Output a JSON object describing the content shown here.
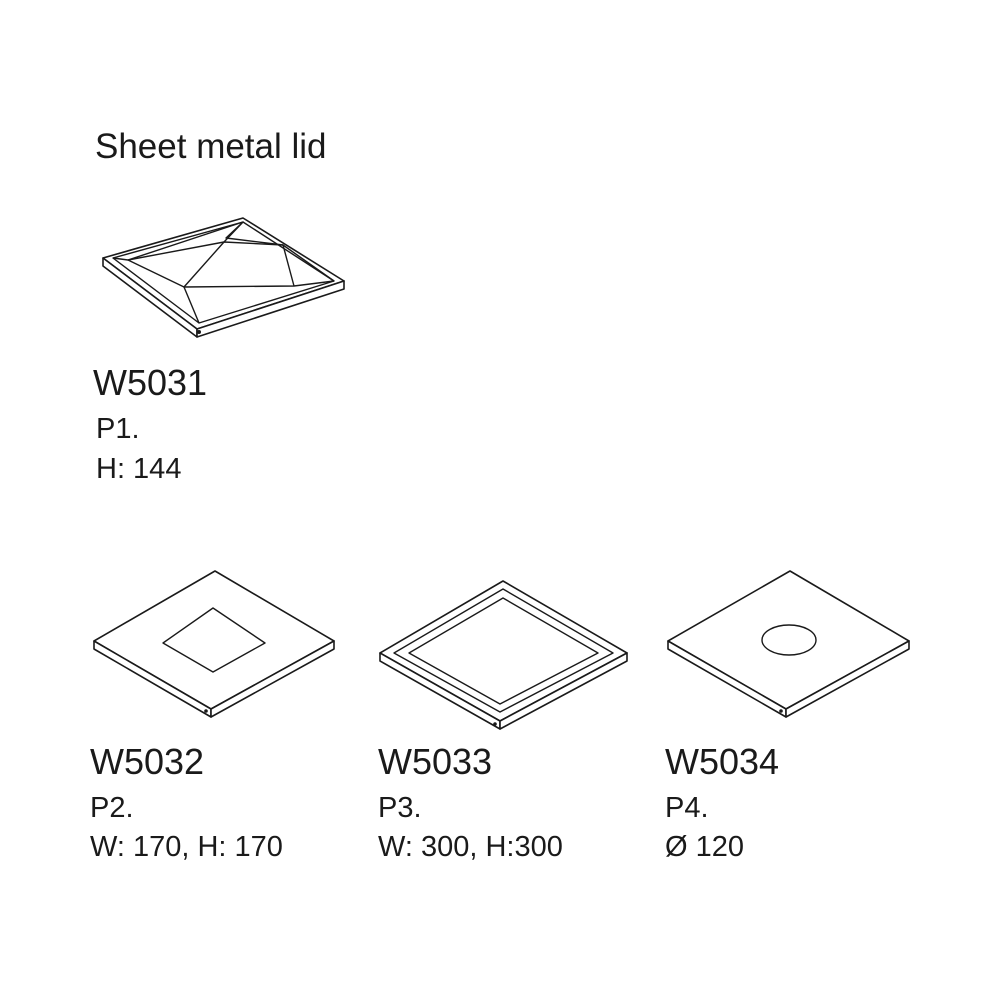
{
  "page": {
    "title": "Sheet metal lid"
  },
  "products": [
    {
      "code": "W5031",
      "position": "P1.",
      "dimensions": "H: 144",
      "drawing": "pyramid-lid-drawing"
    },
    {
      "code": "W5032",
      "position": "P2.",
      "dimensions": "W: 170, H: 170",
      "drawing": "square-cutout-lid-drawing"
    },
    {
      "code": "W5033",
      "position": "P3.",
      "dimensions": "W: 300, H:300",
      "drawing": "large-square-cutout-lid-drawing"
    },
    {
      "code": "W5034",
      "position": "P4.",
      "dimensions": "Ø 120",
      "drawing": "round-cutout-lid-drawing"
    }
  ],
  "colors": {
    "line": "#1a1a1a",
    "background": "#ffffff"
  }
}
